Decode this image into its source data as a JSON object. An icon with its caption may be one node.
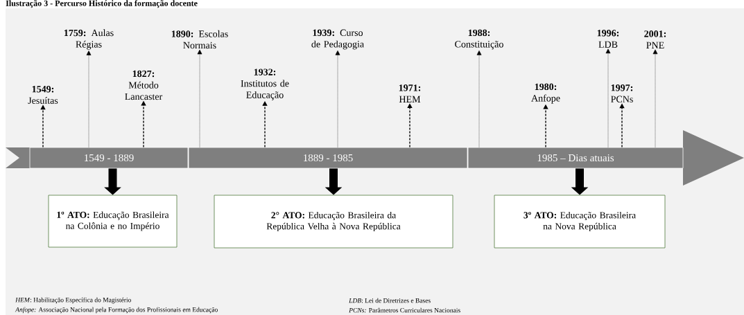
{
  "diagram": {
    "title": "Ilustração 3 - Percurso Histórico da formação docente",
    "nodes": [
      {
        "text": [
          "1549 - 1889"
        ]
      },
      {
        "text": [
          "1889 - 1985"
        ]
      },
      {
        "text": [
          "1985 – Dias atuais"
        ]
      },
      {
        "text": [
          "**1549:** Jesuítas"
        ]
      },
      {
        "text": [
          "**1759:** Aulas Régias"
        ]
      },
      {
        "text": [
          "**1827:** Método Lancaster"
        ]
      },
      {
        "text": [
          "**1890:** Escolas Normais"
        ]
      },
      {
        "text": [
          "**1932:** Institutos de Educação"
        ]
      },
      {
        "text": [
          "**1939:** Curso de Pedagogia"
        ]
      },
      {
        "text": [
          "**1971:** HEM"
        ]
      },
      {
        "text": [
          "**1988:** Constituição"
        ]
      },
      {
        "text": [
          "**1980:** Anfope"
        ]
      },
      {
        "text": [
          "**1996:** LDB"
        ]
      },
      {
        "text": [
          "**1997:** PCNs"
        ]
      },
      {
        "text": [
          "**2001:** PNE"
        ]
      },
      {
        "text": [
          "**1º ATO:** Educação Brasileira na Colônia e no Império"
        ]
      },
      {
        "text": [
          "**2° ATO:** Educação Brasileira da República Velha à Nova República"
        ]
      },
      {
        "text": [
          "**3º ATO:** Educação Brasileira na Nova República"
        ]
      }
    ],
    "edges": [
      {
        "from": 0,
        "to": 3,
        "arrow": "to",
        "style": "dashed"
      },
      {
        "from": 0,
        "to": 4,
        "arrow": "to",
        "style": "dashed"
      },
      {
        "from": 0,
        "to": 5,
        "arrow": "to",
        "style": "dashed"
      },
      {
        "from": 1,
        "to": 6,
        "arrow": "to",
        "style": "dashed"
      },
      {
        "from": 1,
        "to": 7,
        "arrow": "to",
        "style": "dashed"
      },
      {
        "from": 1,
        "to": 8,
        "arrow": "to",
        "style": "dashed"
      },
      {
        "from": 1,
        "to": 9,
        "arrow": "to",
        "style": "dashed"
      },
      {
        "from": 2,
        "to": 10,
        "arrow": "to",
        "style": "dashed"
      },
      {
        "from": 2,
        "to": 11,
        "arrow": "to",
        "style": "dashed"
      },
      {
        "from": 2,
        "to": 12,
        "arrow": "to",
        "style": "dashed"
      },
      {
        "from": 2,
        "to": 13,
        "arrow": "to",
        "style": "dashed"
      },
      {
        "from": 2,
        "to": 14,
        "arrow": "to",
        "style": "dashed"
      },
      {
        "from": 0,
        "to": 15,
        "arrow": "to",
        "style": "thick"
      },
      {
        "from": 1,
        "to": 16,
        "arrow": "to",
        "style": "thick"
      },
      {
        "from": 2,
        "to": 17,
        "arrow": "to",
        "style": "thick"
      }
    ],
    "labels": [
      "*HEM*: Habilitação Específica do Magistério",
      "*LDB*: Lei de Diretrizes e Bases",
      "*Anfope:* Associação Nacional pela Formação dos Profissionais em Educação",
      "*PCNs:* Parâmetros Curriculares Nacionais"
    ]
  }
}
